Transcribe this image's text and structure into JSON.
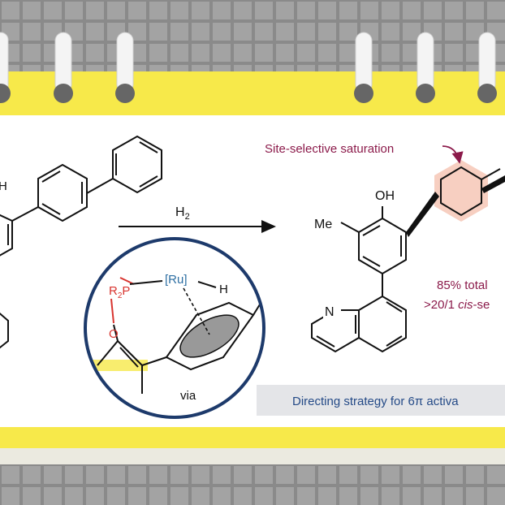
{
  "scheme": {
    "reagent": "H",
    "reagent_sub": "2",
    "callout": "Site-selective saturation",
    "yield_line": "85% total",
    "selectivity_prefix": ">20/1 ",
    "selectivity_italic": "cis",
    "selectivity_suffix": "-se",
    "banner": "Directing strategy for 6π activa",
    "via": "via"
  },
  "atoms": {
    "oh": "OH",
    "me": "Me",
    "n": "N",
    "h_left": "H",
    "ru": "[Ru]",
    "ru_h": "H",
    "r": "R",
    "r_sub": "2",
    "p": "P",
    "o": "O"
  },
  "colors": {
    "yellow": "#f7e94a",
    "maroon": "#8b1a4a",
    "blue_ring": "#1d3a6b",
    "ru_blue": "#2e6fa3",
    "red_atoms": "#d8342f",
    "highlight": "#f6c7b6",
    "banner_bg": "#e4e5e8",
    "banner_text": "#244a87"
  }
}
